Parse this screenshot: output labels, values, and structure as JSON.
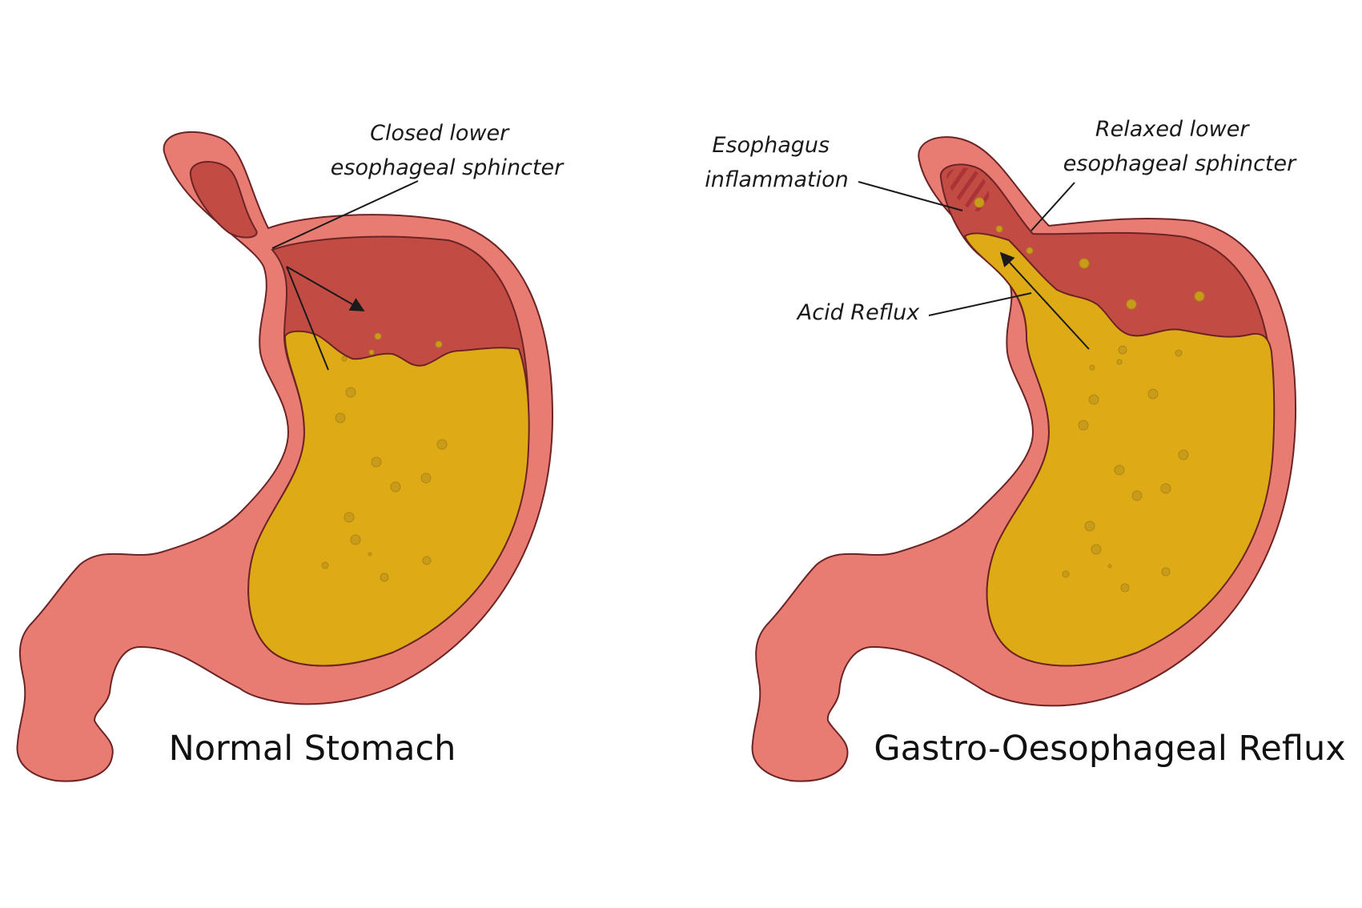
{
  "colors": {
    "stomach_wall": "#e97c72",
    "stomach_interior": "#c24b44",
    "inflamed_lining": "#b9373a",
    "gastric_acid": "#deab17",
    "acid_bubble": "#c99b1b",
    "outline": "#6b2326",
    "text": "#1a1a1a"
  },
  "panels": {
    "normal": {
      "caption": "Normal Stomach",
      "labels": {
        "sphincter": [
          "Closed lower",
          "esophageal sphincter"
        ]
      }
    },
    "reflux": {
      "caption": "Gastro-Oesophageal Reflux",
      "labels": {
        "sphincter": [
          "Relaxed lower",
          "esophageal sphincter"
        ],
        "inflammation": [
          "Esophagus",
          "inflammation"
        ],
        "acid_reflux": "Acid Reflux"
      }
    }
  }
}
